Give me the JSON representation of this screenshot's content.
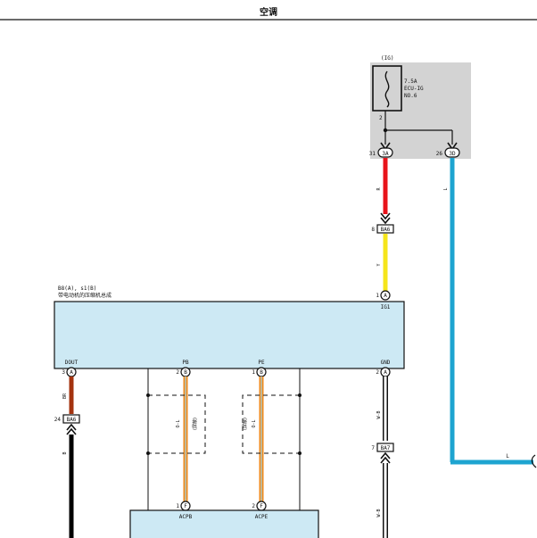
{
  "page": {
    "title": "空调"
  },
  "fuse_box": {
    "supply_label": "(IG)",
    "fuse_rating": "7.5A",
    "fuse_name": "ECU-IG",
    "fuse_no": "NO.6",
    "fuse_pin": "2",
    "connectors": [
      {
        "pin": "31",
        "code": "3A"
      },
      {
        "pin": "26",
        "code": "3D"
      }
    ]
  },
  "wire_colors": {
    "R": "#e8141b",
    "Y": "#f5e51b",
    "L": "#1ea4d0",
    "BR": "#a4330f",
    "B": "#000000",
    "WB": "#ffffff",
    "shield_orange": "#f08a1c",
    "box_fill": "#cde9f4",
    "fuse_box_fill": "#d3d3d3"
  },
  "wires": {
    "red": "R",
    "yellow": "Y",
    "blue_v": "L",
    "blue_h": "L",
    "brown": "BR",
    "black": "B",
    "white_black_1": "W-B",
    "white_black_2": "W-B",
    "pb_wire": "O-L",
    "pb_shield": "(屏蔽)",
    "pe_wire": "O-L",
    "pe_shield": "(屏蔽)"
  },
  "junctions": {
    "ba6_upper": {
      "pin": "8",
      "code": "BA6"
    },
    "ba6_lower": {
      "pin": "24",
      "code": "BA6"
    },
    "ba7": {
      "pin": "7",
      "code": "BA7"
    }
  },
  "compressor": {
    "ref": "B8(A), s1(B)",
    "name": "带电动机的压缩机总成",
    "ig1_pin": "1",
    "ig1_conn": "A",
    "ig1_label": "IG1",
    "terminals": [
      {
        "label": "DOUT",
        "pin": "3",
        "conn": "A"
      },
      {
        "label": "PB",
        "pin": "2",
        "conn": "B"
      },
      {
        "label": "PE",
        "pin": "1",
        "conn": "B"
      },
      {
        "label": "GND",
        "pin": "2",
        "conn": "A"
      }
    ]
  },
  "lower_box": {
    "terminals": [
      {
        "label": "ACPB",
        "pin": "1",
        "conn": "F"
      },
      {
        "label": "ACPE",
        "pin": "2",
        "conn": "F"
      }
    ]
  }
}
